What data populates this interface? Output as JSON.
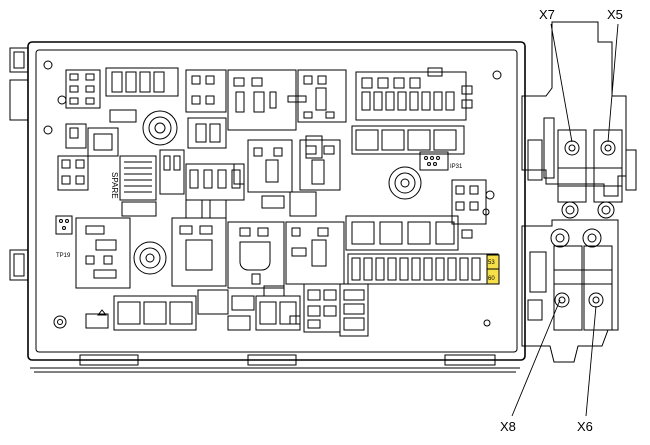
{
  "callouts": {
    "x7": "X7",
    "x5": "X5",
    "x8": "X8",
    "x6": "X6"
  },
  "labels": {
    "spare": "SPARE",
    "tp19": "TP19",
    "ip31": "IP31",
    "yellow_top": "53",
    "yellow_bottom": "60"
  },
  "colors": {
    "line": "#000000",
    "highlight": "#f5e04a",
    "background": "#ffffff"
  }
}
